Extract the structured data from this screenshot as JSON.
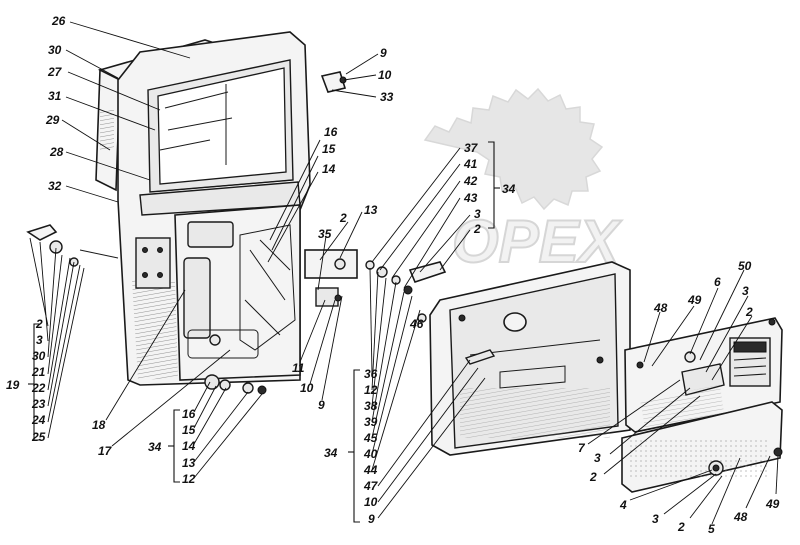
{
  "callouts": {
    "c26": "26",
    "c30a": "30",
    "c27": "27",
    "c31": "31",
    "c29": "29",
    "c28": "28",
    "c32": "32",
    "c9a": "9",
    "c10a": "10",
    "c33": "33",
    "c16a": "16",
    "c15a": "15",
    "c14a": "14",
    "c2a": "2",
    "c13a": "13",
    "c35": "35",
    "c37": "37",
    "c41": "41",
    "c42": "42",
    "c43": "43",
    "c34a": "34",
    "c3a": "3",
    "c2b": "2",
    "c2c": "2",
    "c3b": "3",
    "c30b": "30",
    "c21": "21",
    "c22": "22",
    "c23": "23",
    "c24": "24",
    "c25": "25",
    "c19": "19",
    "c18": "18",
    "c17": "17",
    "c11": "11",
    "c10b": "10",
    "c9b": "9",
    "c16b": "16",
    "c15b": "15",
    "c14b": "14",
    "c13b": "13",
    "c12a": "12",
    "c34b": "34",
    "c36": "36",
    "c12b": "12",
    "c38": "38",
    "c39": "39",
    "c45": "45",
    "c40": "40",
    "c44": "44",
    "c47": "47",
    "c10c": "10",
    "c9c": "9",
    "c34c": "34",
    "c46": "46",
    "c48a": "48",
    "c49a": "49",
    "c6": "6",
    "c50": "50",
    "c3c": "3",
    "c2d": "2",
    "c7": "7",
    "c3d": "3",
    "c2e": "2",
    "c4": "4",
    "c3e": "3",
    "c2f": "2",
    "c5": "5",
    "c48b": "48",
    "c49b": "49"
  },
  "watermark": {
    "text": "OPEX"
  },
  "colors": {
    "ink": "#1a1a1a",
    "paper": "#ffffff",
    "watermark": "#e0e0e0"
  }
}
